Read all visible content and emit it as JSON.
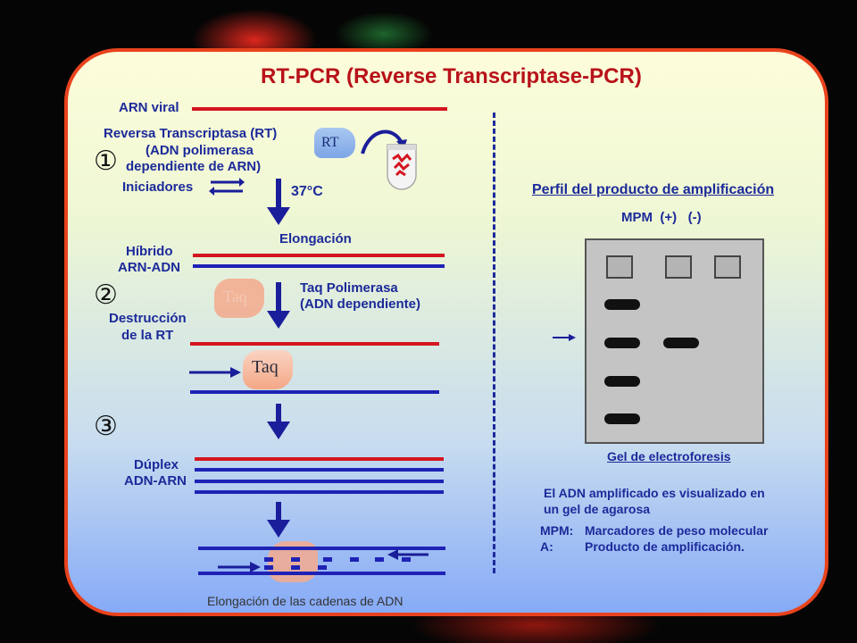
{
  "title": "RT-PCR (Reverse Transcriptase-PCR)",
  "labels": {
    "arn_viral": "ARN viral",
    "rt_line1": "Reversa Transcriptasa (RT)",
    "rt_line2": "(ADN polimerasa",
    "rt_line3": "dependiente de ARN)",
    "iniciadores": "Iniciadores",
    "temp": "37°C",
    "elongacion": "Elongación",
    "hibrido1": "Híbrido",
    "hibrido2": "ARN-ADN",
    "taq_pol1": "Taq Polimerasa",
    "taq_pol2": "(ADN dependiente)",
    "destruccion1": "Destrucción",
    "destruccion2": "de la RT",
    "duplex1": "Dúplex",
    "duplex2": "ADN-ARN",
    "elongacion_cadenas": "Elongación de las cadenas de ADN"
  },
  "steps": [
    "①",
    "②",
    "③"
  ],
  "enzymes": {
    "rt": "RT",
    "taq_faded": "Taq",
    "taq": "Taq"
  },
  "gel": {
    "heading": "Perfil del  producto de amplificación",
    "lanes": "MPM  (+)   (-)",
    "caption": "Gel de electroforesis",
    "note1": "El ADN amplificado es visualizado en",
    "note2": "un gel de agarosa",
    "legend_key1": "MPM:",
    "legend_val1": "Marcadores de peso molecular",
    "legend_key2": "A:",
    "legend_val2": "Producto de amplificación."
  },
  "colors": {
    "rna": "#d4151f",
    "dna": "#1e22b5",
    "border": "#e8431d",
    "title": "#b8121a"
  }
}
